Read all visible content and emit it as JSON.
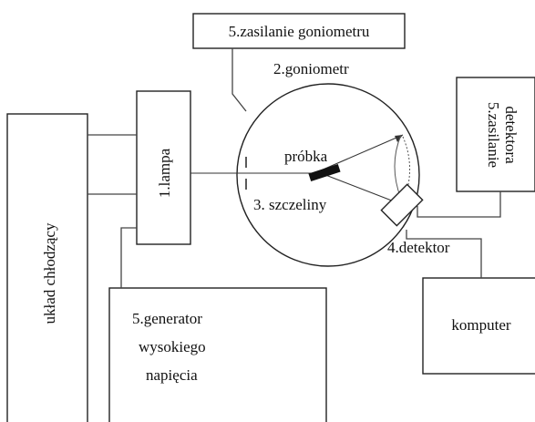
{
  "diagram": {
    "labels": {
      "cooling": "układ chłodzący",
      "lamp": "1.lampa",
      "goniometer_power": "5.zasilanie goniometru",
      "goniometer": "2.goniometr",
      "sample": "próbka",
      "slits": "3. szczeliny",
      "detector": "4.detektor",
      "detector_power_line1": "5.zasilanie",
      "detector_power_line2": "detektora",
      "generator_line1": "5.generator",
      "generator_line2": "wysokiego",
      "generator_line3": "napięcia",
      "computer": "komputer"
    }
  }
}
